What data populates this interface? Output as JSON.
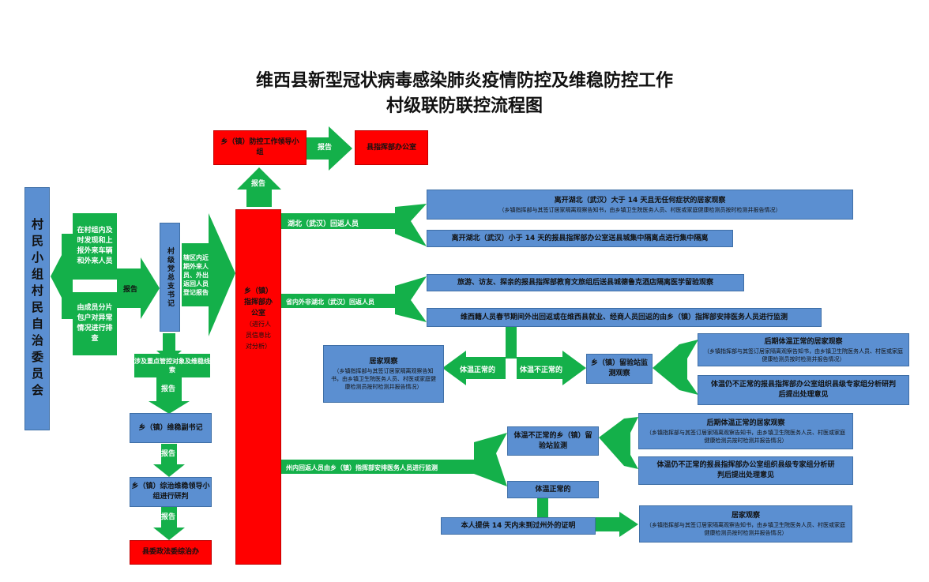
{
  "title": {
    "line1": "维西县新型冠状病毒感染肺炎疫情防控及维稳防控工作",
    "line2": "村级联防联控流程图"
  },
  "colors": {
    "blue": "#5b8fd1",
    "red": "#ff0000",
    "green": "#14b04a"
  },
  "nodes": {
    "village_committee": "村民小组村民自治委员会",
    "group_find": "在村组内及时发现和上报外来车辆和外来人员",
    "household_check": "由成员分片包户对异常情况进行排查",
    "report1": "报告",
    "party_secretary": "村级党总支书记",
    "area_report": "辖区内近期外来人员、外出返回人员登记报告",
    "key_monitor": "涉及重点管控对象及维稳线索",
    "report_v1": "报告",
    "stability_secretary": "乡（镇）维稳副书记",
    "report_v2": "报告",
    "comprehensive_group": "乡（镇）综治维稳领导小组进行研判",
    "report_v3": "报告",
    "politics_committee": "县委政法委综治办",
    "report_up": "报告",
    "town_leading_group": "乡（镇）防控工作领导小组",
    "report_right": "报告",
    "county_hq": "县指挥部办公室",
    "town_office_title": "乡（镇）指挥部办公室",
    "town_office_sub": "（进行人员信息比对分析）",
    "hubei_return": "湖北（武汉）回返人员",
    "outside_hubei": "省内外非湖北（武汉）回返人员",
    "in_state": "州内回返人员由乡（镇）指挥部安排医务人员进行监测",
    "leave_over14_title": "离开湖北（武汉）大于 14 天且无任何症状的居家观察",
    "leave_over14_sub": "（乡镇指挥部与其签订居家隔离观察告知书，由乡镇卫生院医务人员、村医或家庭健康检测员按时检测并报告情况）",
    "leave_under14": "离开湖北（武汉）小于 14 天的报县指挥部办公室送县城集中隔离点进行集中隔离",
    "tourism": "旅游、访友、探亲的报县指挥部教育文旅组后送县城德鲁克酒店隔离医学留验观察",
    "local_work": "维西籍人员春节期间外出回返或在维西县就业、经商人员回返的由乡（镇）指挥部安排医务人员进行监测",
    "home_obs_a_title": "居家观察",
    "home_obs_a_sub": "（乡镇指挥部与其签订居家隔离观察告知书，由乡镇卫生院医务人员、村医或家庭健康检测员按时检测并报告情况）",
    "temp_normal_a": "体温正常的",
    "temp_abnormal_a": "体温不正常的",
    "station_a": "乡（镇）留验站监测观察",
    "later_normal_a_title": "后期体温正常的居家观察",
    "later_normal_a_sub": "（乡镇指挥部与其签订居家隔离观察告知书，由乡镇卫生院医务人员、村医或家庭健康检测员按时检测并报告情况）",
    "still_abnormal_a": "体温仍不正常的报县指挥部办公室组织县级专家组分析研判后提出处理意见",
    "temp_abnormal_b": "体温不正常的乡（镇）留验站监测",
    "later_normal_b_title": "后期体温正常的居家观察",
    "later_normal_b_sub": "（乡镇指挥部与其签订居家隔离观察告知书，由乡镇卫生院医务人员、村医或家庭健康检测员按时检测并报告情况）",
    "still_abnormal_b": "体温仍不正常的报县指挥部办公室组织县级专家组分析研判后提出处理意见",
    "temp_normal_b": "体温正常的",
    "proof_14": "本人提供 14 天内未到过州外的证明",
    "home_obs_c_title": "居家观察",
    "home_obs_c_sub": "（乡镇指挥部与其签订居家隔离观察告知书，由乡镇卫生院医务人员、村医或家庭健康检测员按时检测并报告情况）"
  }
}
